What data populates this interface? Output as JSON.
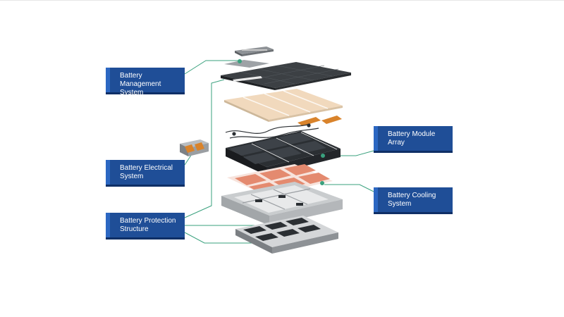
{
  "labels": {
    "battery_management_system": "Battery Management\nSystem",
    "battery_electrical_system": "Battery Electrical\nSystem",
    "battery_protection_structure": "Battery Protection\nStructure",
    "battery_module_array": "Battery Module\nArray",
    "battery_cooling_system": "Battery Cooling\nSystem"
  },
  "colors": {
    "label_fill": "#1f4e97",
    "leader_line": "#3aa17e",
    "cooling_plate": "#e48a6f",
    "module_dark": "#2b2f33",
    "copper": "#d9832b"
  }
}
